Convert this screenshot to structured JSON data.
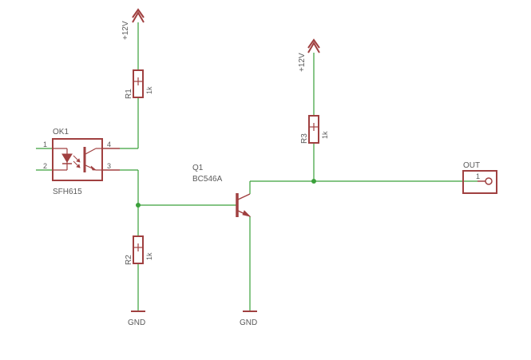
{
  "colors": {
    "wire": "#3aa03a",
    "part": "#a04040",
    "text": "#5a5a5a",
    "background": "#ffffff"
  },
  "supplies": {
    "left": "+12V",
    "right": "+12V"
  },
  "grounds": {
    "left": "GND",
    "right": "GND"
  },
  "resistors": {
    "r1": {
      "name": "R1",
      "value": "1k"
    },
    "r2": {
      "name": "R2",
      "value": "1k"
    },
    "r3": {
      "name": "R3",
      "value": "1k"
    }
  },
  "optocoupler": {
    "name": "OK1",
    "part": "SFH615",
    "pins": {
      "p1": "1",
      "p2": "2",
      "p3": "3",
      "p4": "4"
    }
  },
  "transistor": {
    "name": "Q1",
    "part": "BC546A"
  },
  "output": {
    "name": "OUT",
    "pin": "1"
  }
}
